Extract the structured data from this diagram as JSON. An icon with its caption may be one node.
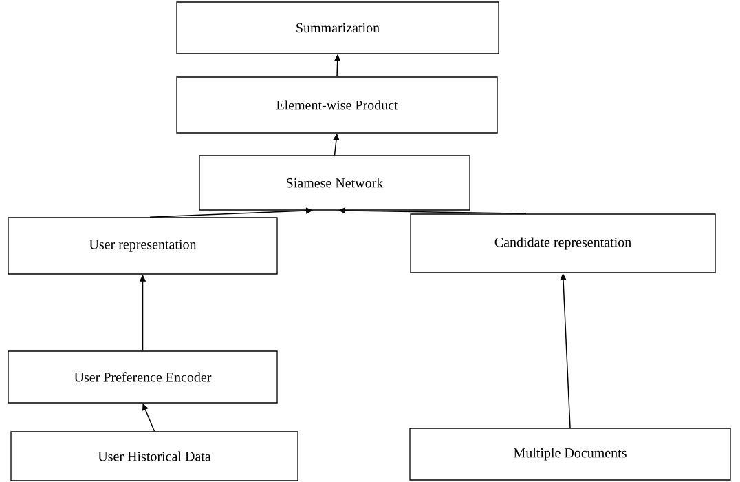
{
  "diagram": {
    "nodes": [
      {
        "text": [
          "Summarization"
        ]
      },
      {
        "text": [
          "Element-wise Product"
        ]
      },
      {
        "text": [
          "Siamese Network"
        ]
      },
      {
        "text": [
          "User representation"
        ]
      },
      {
        "text": [
          "Candidate representation"
        ]
      },
      {
        "text": [
          "User Preference Encoder"
        ]
      },
      {
        "text": [
          "User Historical Data"
        ]
      },
      {
        "text": [
          "Multiple Documents"
        ]
      }
    ],
    "edges": [
      {
        "from": 1,
        "to": 0,
        "arrow": "to"
      },
      {
        "from": 2,
        "to": 1,
        "arrow": "to"
      },
      {
        "from": 3,
        "to": 2,
        "arrow": "to"
      },
      {
        "from": 4,
        "to": 2,
        "arrow": "to"
      },
      {
        "from": 5,
        "to": 3,
        "arrow": "to"
      },
      {
        "from": 6,
        "to": 5,
        "arrow": "to"
      },
      {
        "from": 7,
        "to": 4,
        "arrow": "to"
      }
    ]
  }
}
